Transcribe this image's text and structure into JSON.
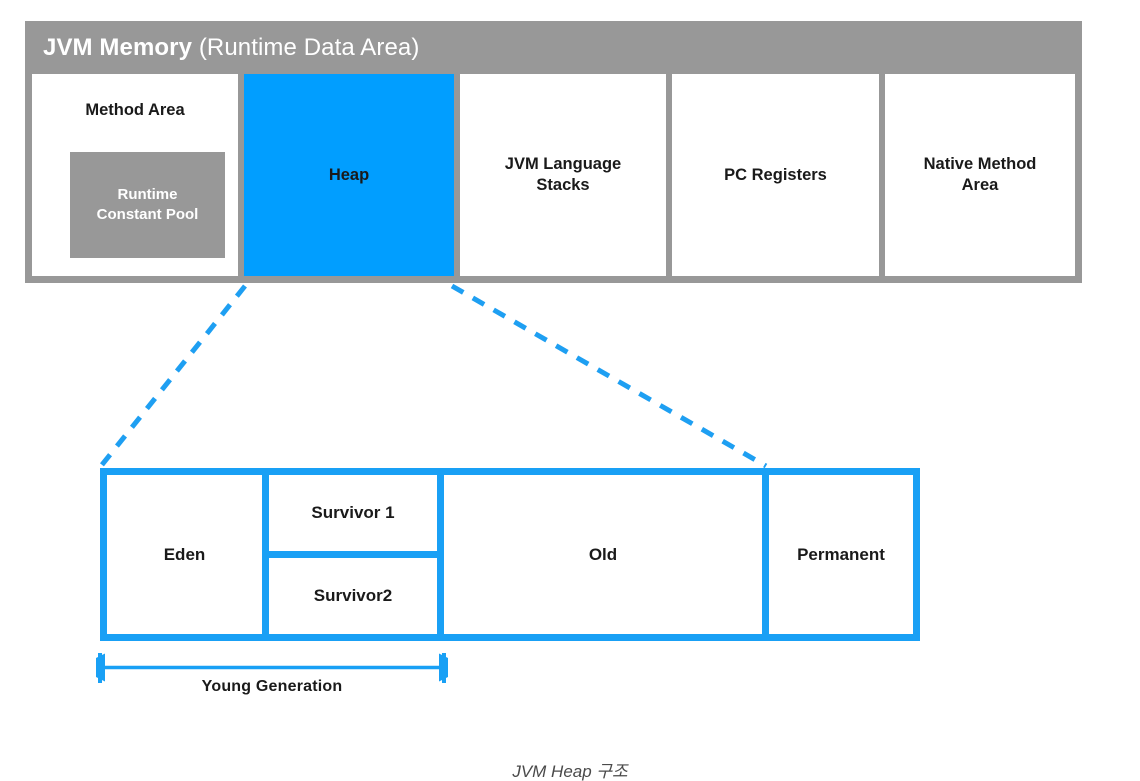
{
  "jvm_memory": {
    "title_bold": "JVM Memory",
    "title_regular": " (Runtime Data Area)",
    "areas": [
      {
        "label": "Method Area",
        "sublabel": "Runtime\nConstant Pool"
      },
      {
        "label": "Heap"
      },
      {
        "label": "JVM Language\nStacks"
      },
      {
        "label": "PC Registers"
      },
      {
        "label": "Native Method\nArea"
      }
    ],
    "method_area_label": "Method Area",
    "runtime_constant_pool_label": "Runtime Constant Pool",
    "runtime_constant_pool_line1": "Runtime",
    "runtime_constant_pool_line2": "Constant Pool",
    "heap_label": "Heap",
    "stacks_line1": "JVM Language",
    "stacks_line2": "Stacks",
    "pc_registers_label": "PC Registers",
    "native_line1": "Native Method",
    "native_line2": "Area"
  },
  "heap_detail": {
    "segments": [
      {
        "name": "eden",
        "label": "Eden"
      },
      {
        "name": "survivor-1",
        "label": "Survivor 1"
      },
      {
        "name": "survivor-2",
        "label": "Survivor2"
      },
      {
        "name": "old",
        "label": "Old"
      },
      {
        "name": "permanent",
        "label": "Permanent"
      }
    ],
    "eden_label": "Eden",
    "survivor1_label": "Survivor 1",
    "survivor2_label": "Survivor2",
    "old_label": "Old",
    "permanent_label": "Permanent",
    "young_generation_label": "Young Generation"
  },
  "caption": "JVM Heap 구조",
  "colors": {
    "container_gray": "#989898",
    "heap_blue": "#019EFF",
    "bar_blue": "#19A0F5",
    "dashed_blue": "#1E9FF2",
    "cell_white": "#FFFFFF",
    "text_dark": "#1A1A1A",
    "caption_gray": "#4A4A4A"
  }
}
